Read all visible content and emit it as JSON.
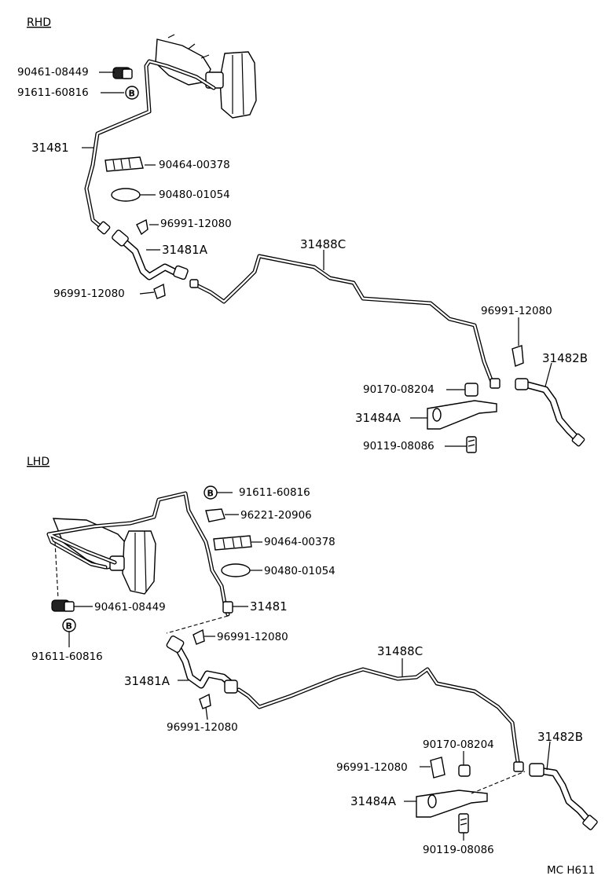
{
  "sections": {
    "rhd": "RHD",
    "lhd": "LHD"
  },
  "rhd_labels": {
    "p90461": "90461-08449",
    "p91611": "91611-60816",
    "p31481": "31481",
    "p90464": "90464-00378",
    "p90480": "90480-01054",
    "p96991a": "96991-12080",
    "p31481A": "31481A",
    "p96991b": "96991-12080",
    "p31488C": "31488C",
    "p96991c": "96991-12080",
    "p31482B": "31482B",
    "p90170": "90170-08204",
    "p31484A": "31484A",
    "p90119": "90119-08086",
    "b_mark": "B"
  },
  "lhd_labels": {
    "p91611a": "91611-60816",
    "p96221": "96221-20906",
    "p90464": "90464-00378",
    "p90480": "90480-01054",
    "p90461": "90461-08449",
    "p31481": "31481",
    "p91611b": "91611-60816",
    "p96991a": "96991-12080",
    "p31481A": "31481A",
    "p96991b": "96991-12080",
    "p31488C": "31488C",
    "p31482B": "31482B",
    "p90170": "90170-08204",
    "p96991c": "96991-12080",
    "p31484A": "31484A",
    "p90119": "90119-08086",
    "b_mark": "B"
  },
  "footer": {
    "code": "MC H611"
  }
}
